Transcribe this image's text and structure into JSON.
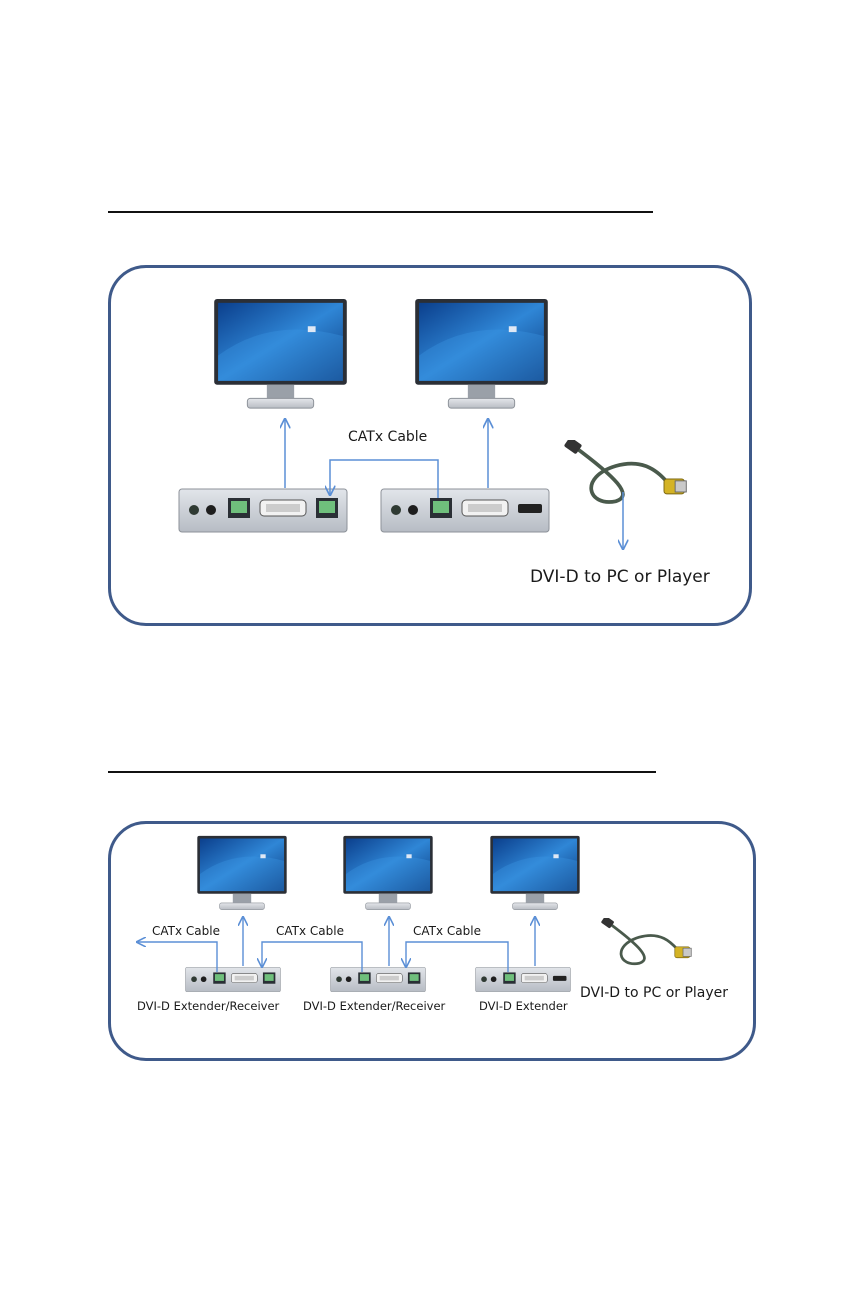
{
  "diagram1": {
    "cable_label": "CATx Cable",
    "source_label": "DVI-D to PC or Player"
  },
  "diagram2": {
    "cable_label_1": "CATx Cable",
    "cable_label_2": "CATx Cable",
    "cable_label_3": "CATx Cable",
    "device_label_1": "DVI-D Extender/Receiver",
    "device_label_2": "DVI-D Extender/Receiver",
    "device_label_3": "DVI-D Extender",
    "source_label": "DVI-D to PC or Player"
  },
  "colors": {
    "panel_border": "#3f5a8a",
    "arrow": "#5b8fd6",
    "screen": "#1f5fb0"
  },
  "icons": [
    "monitor-icon",
    "extender-device-icon",
    "dvi-cable-icon"
  ]
}
